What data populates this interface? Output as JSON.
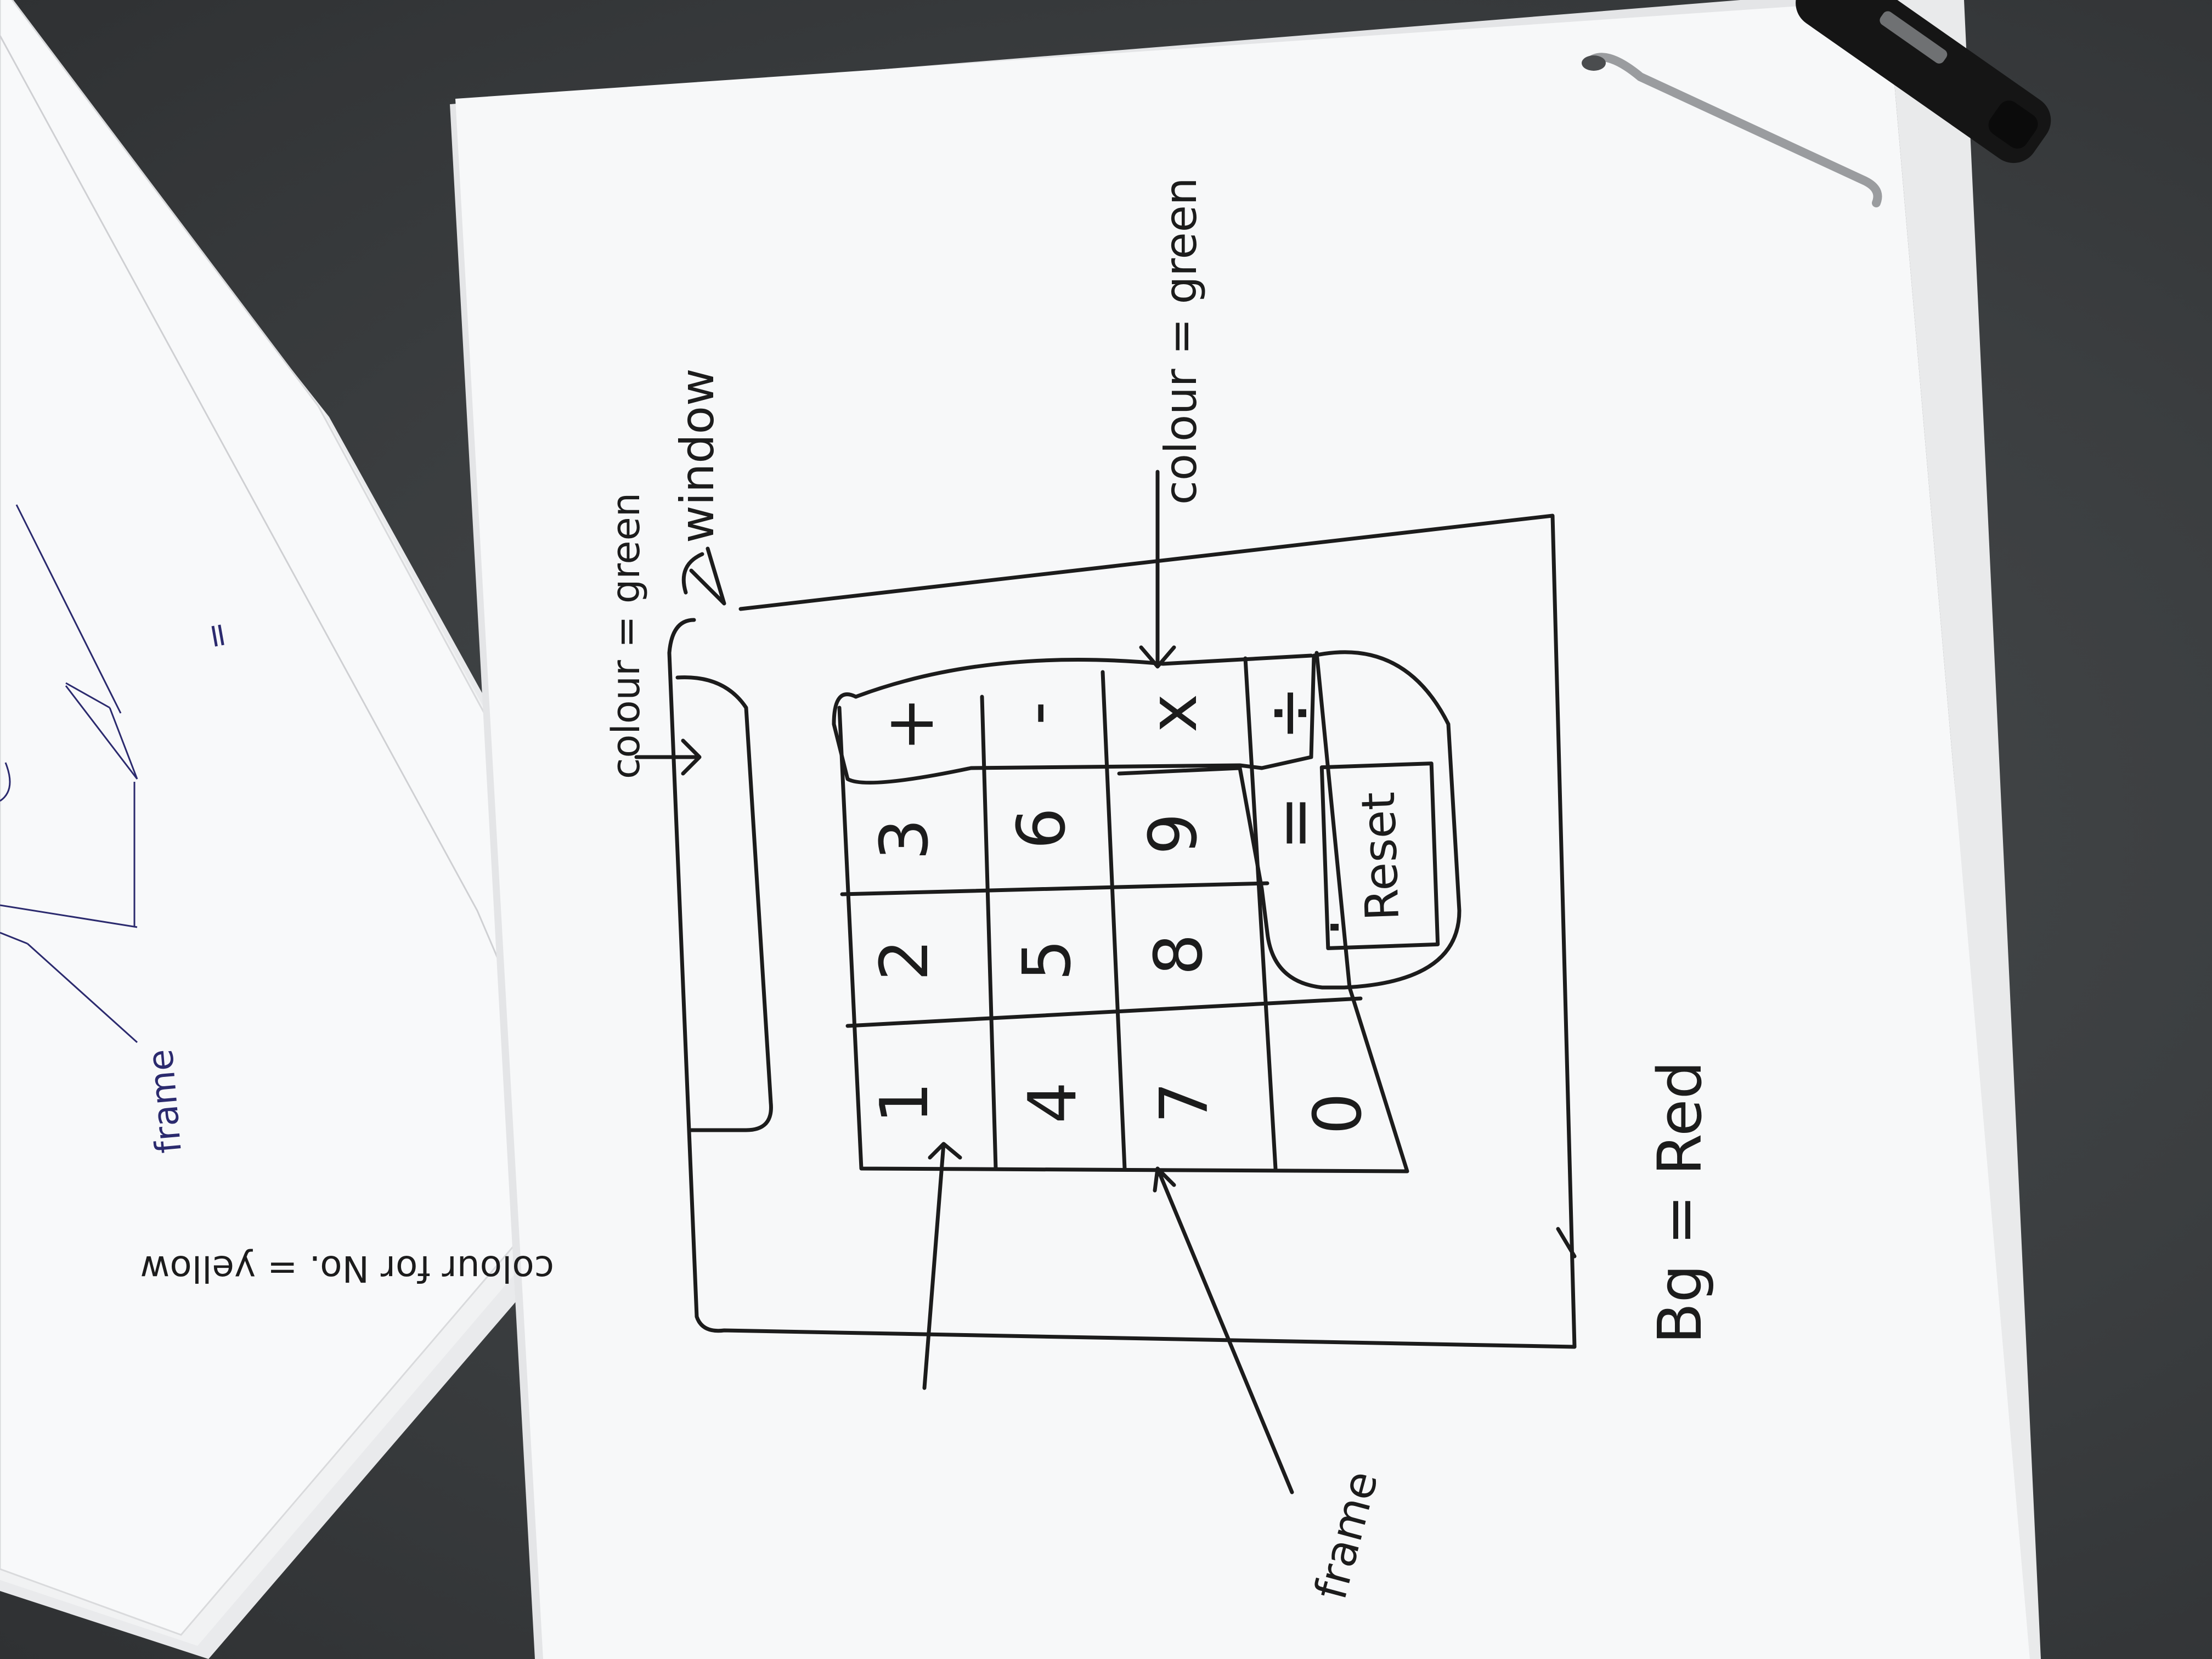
{
  "sketch": {
    "annotations": {
      "window": "window",
      "display_colour": "colour = green",
      "operator_colour": "colour = green",
      "number_colour": "colour for No. = yellow",
      "frame": "frame",
      "background": "Bg = Red"
    },
    "keypad": {
      "rows": [
        [
          "1",
          "2",
          "3",
          "+"
        ],
        [
          "4",
          "5",
          "6",
          "-"
        ],
        [
          "7",
          "8",
          "9",
          "x"
        ],
        [
          "0",
          ".",
          "=",
          "÷"
        ]
      ],
      "reset_label": "Reset"
    },
    "side_sheet": {
      "labels": [
        "frame",
        "="
      ]
    }
  },
  "colors": {
    "desk": "#3b3e40",
    "paper": "#f7f8f9",
    "ink": "#1c1c1c",
    "side_ink": "#2b2a6e",
    "pen_body": "#151515"
  }
}
